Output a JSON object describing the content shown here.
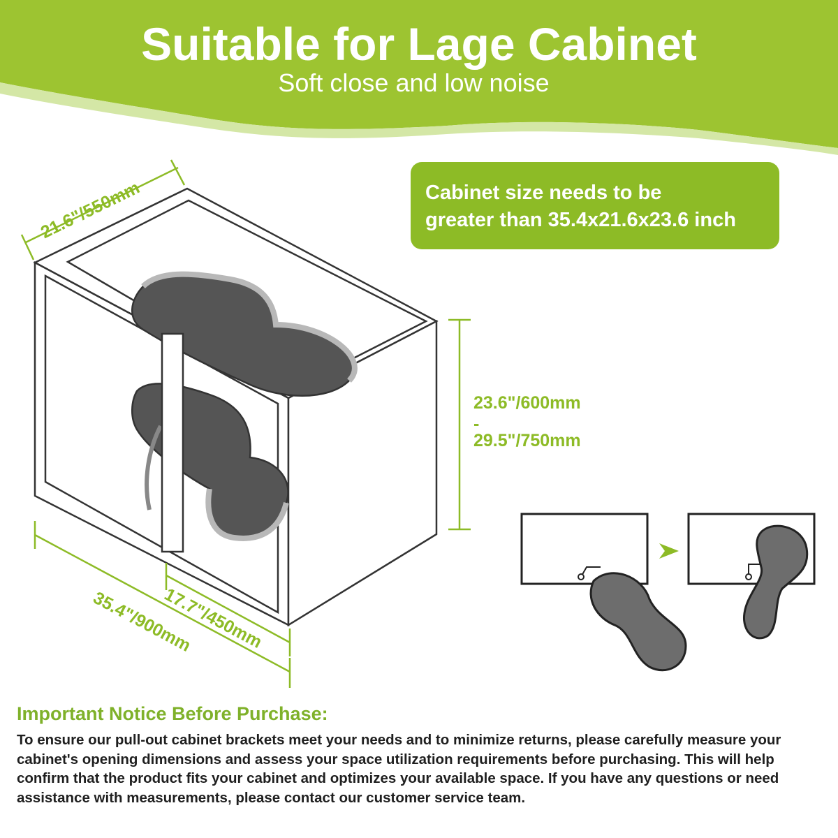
{
  "header": {
    "title": "Suitable for Lage Cabinet",
    "subtitle": "Soft close and low noise"
  },
  "dimensions": {
    "depth": "21.6\"/550mm",
    "height_min": "23.6\"/600mm",
    "height_sep": "-",
    "height_max": "29.5\"/750mm",
    "width_total": "35.4\"/900mm",
    "width_opening": "17.7\"/450mm"
  },
  "size_requirement": {
    "line1": "Cabinet size needs to be",
    "line2": "greater than 35.4x21.6x23.6 inch"
  },
  "notice": {
    "title": "Important Notice Before Purchase:",
    "body": "To ensure our pull-out cabinet brackets meet your needs and to minimize returns, please carefully measure your cabinet's opening dimensions and assess your space utilization requirements before purchasing. This will help confirm that the product fits your cabinet and optimizes your available space. If you have any questions or need assistance with measurements, please contact our customer service team."
  },
  "colors": {
    "brand_green": "#8dbb26",
    "shelf_gray": "#555555",
    "tray_gray": "#6d6d6d"
  }
}
